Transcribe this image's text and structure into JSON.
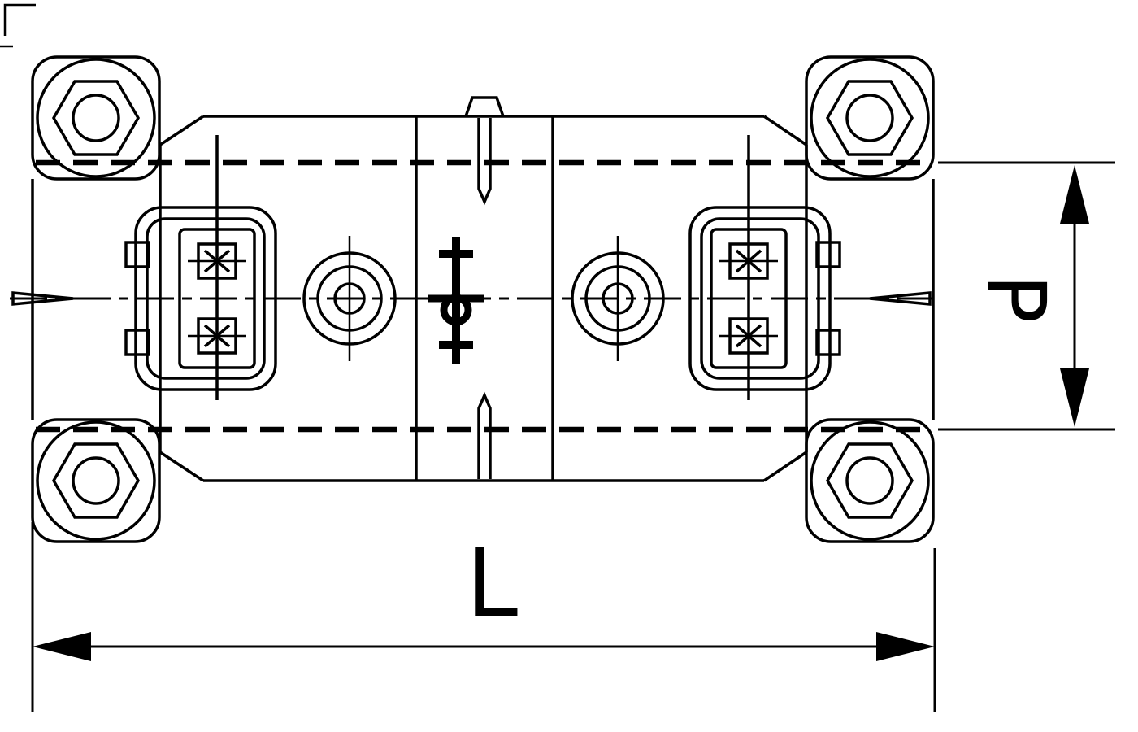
{
  "colors": {
    "background": "#ffffff",
    "line": "#000000"
  },
  "drawing": {
    "type": "engineering-diagram",
    "view": "top-view-module-outline",
    "dimensions": {
      "length_label": "L",
      "height_label": "P"
    }
  }
}
